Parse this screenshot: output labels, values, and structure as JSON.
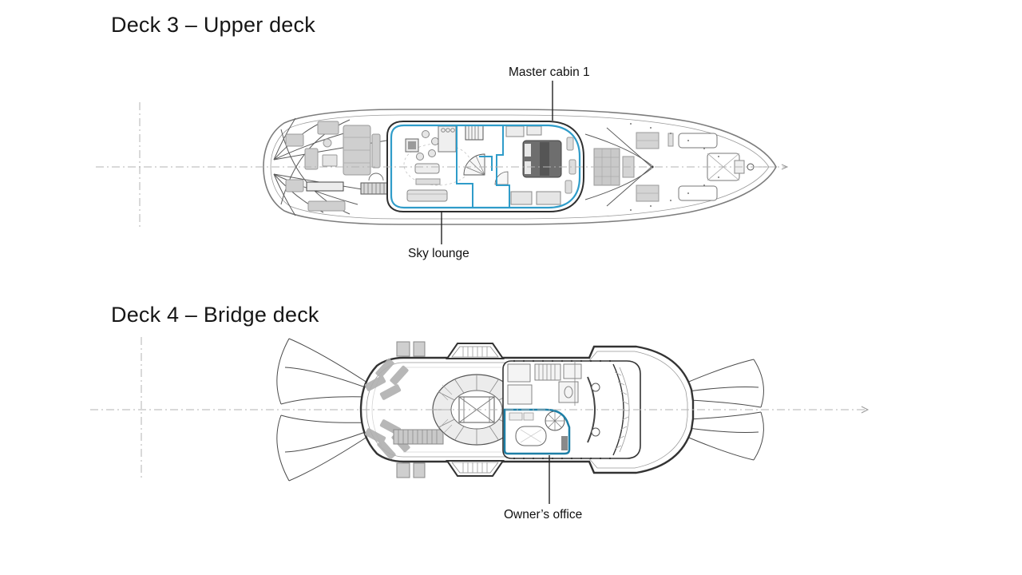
{
  "page": {
    "background": "#ffffff"
  },
  "deck3": {
    "title": "Deck 3 – Upper deck",
    "labels": {
      "master_cabin": "Master cabin 1",
      "sky_lounge": "Sky lounge"
    }
  },
  "deck4": {
    "title": "Deck 4 – Bridge deck",
    "labels": {
      "owners_office": "Owner’s office"
    }
  },
  "colors": {
    "background": "#ffffff",
    "structure_dark": "#2f2f2f",
    "hull_line": "#7d7d7d",
    "centerline": "#b3b3b3",
    "furniture_fill": "#cfcfcf",
    "deck3_highlight": "#2f9cc9",
    "deck4_highlight": "#1e7fa6",
    "text": "#161616"
  }
}
